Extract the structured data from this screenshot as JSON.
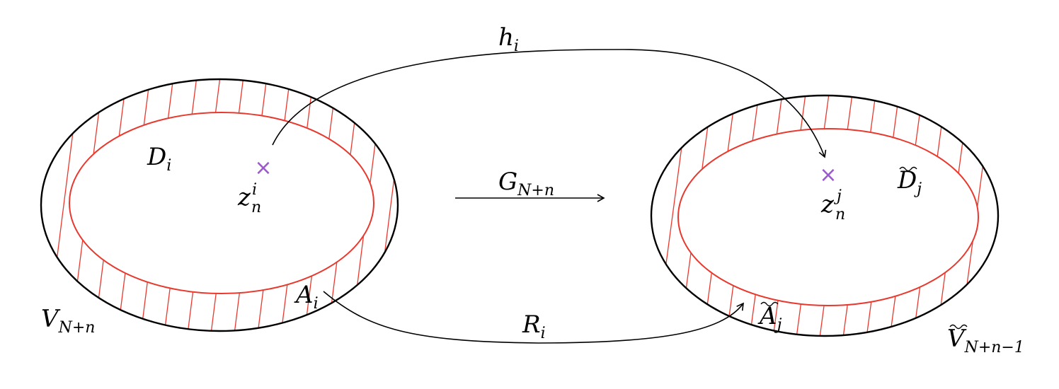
{
  "labels": {
    "h": {
      "base": "h",
      "sub": "i"
    },
    "D": {
      "base": "D",
      "sub": "i"
    },
    "z_left": {
      "base": "z",
      "sub": "n",
      "sup": "i"
    },
    "G": {
      "base": "G",
      "sub": "N+n"
    },
    "z_right": {
      "base": "z",
      "sub": "n",
      "sup": "j"
    },
    "D_tilde": {
      "base": "D",
      "sub": "j"
    },
    "A": {
      "base": "A",
      "sub": "i"
    },
    "V": {
      "base": "V",
      "sub": "N+n"
    },
    "R": {
      "base": "R",
      "sub": "i"
    },
    "A_tilde": {
      "base": "A",
      "sub": "j"
    },
    "V_tilde": {
      "base": "V",
      "sub": "N+n−1"
    }
  },
  "markers": {
    "point_symbol": "×"
  },
  "colors": {
    "outer_ellipse": "#000000",
    "inner_ellipse": "#e8392e",
    "hatch": "#e8392e",
    "point": "#9b59d0",
    "arrow": "#000000"
  }
}
